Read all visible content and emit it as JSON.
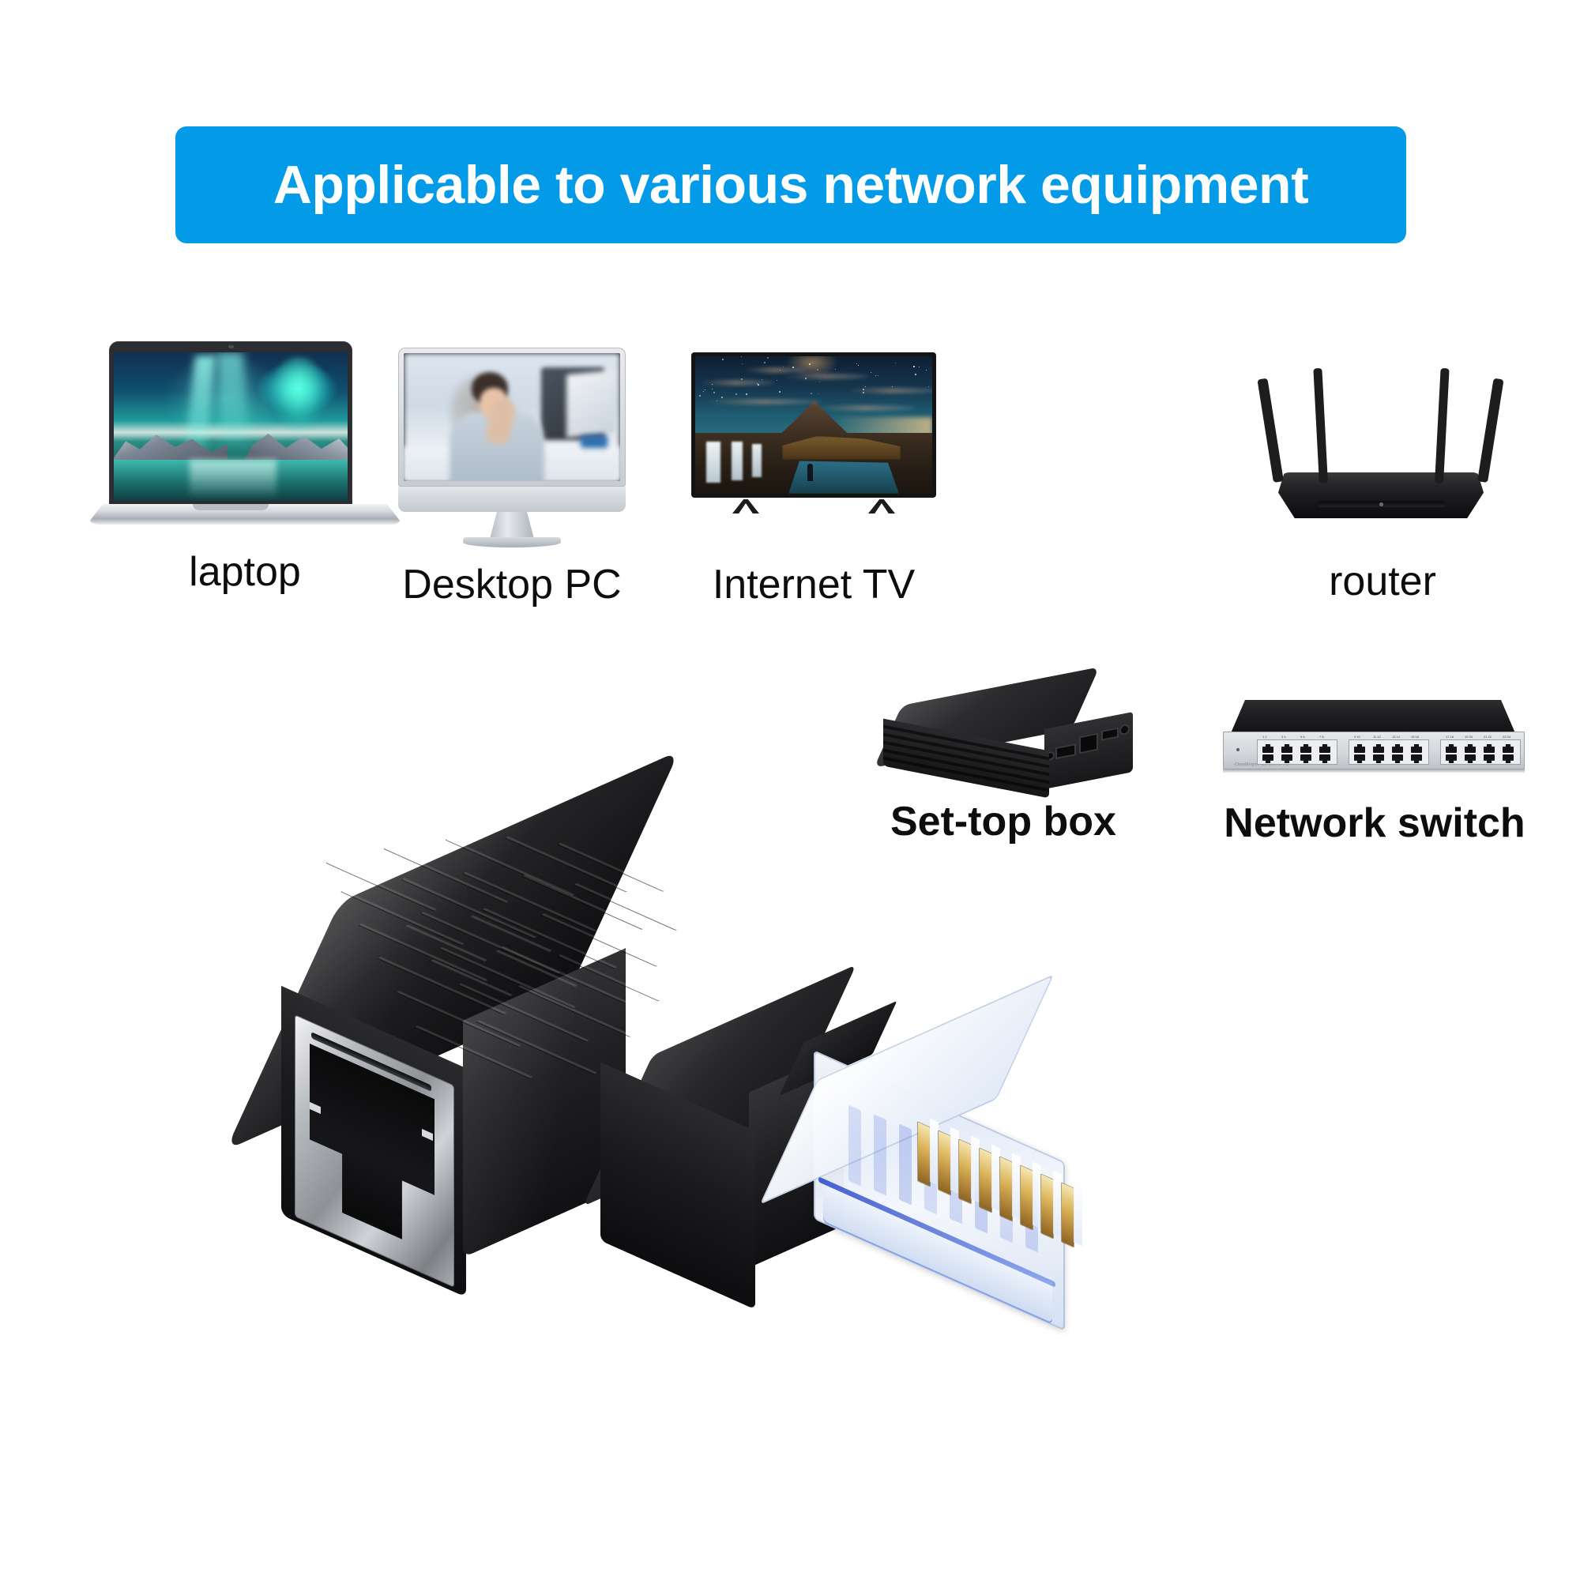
{
  "banner": {
    "text": "Applicable to various network equipment",
    "bg_color": "#039BE8",
    "text_color": "#FFFFFF"
  },
  "devices_row1": [
    {
      "label": "laptop",
      "icon": "laptop-icon"
    },
    {
      "label": "Desktop PC",
      "icon": "desktop-monitor-icon"
    },
    {
      "label": "Internet TV",
      "icon": "television-icon"
    },
    {
      "label": "router",
      "icon": "wifi-router-icon"
    }
  ],
  "devices_row2": [
    {
      "label": "Set-top box",
      "icon": "set-top-box-icon"
    },
    {
      "label": "Network switch",
      "icon": "network-switch-icon"
    }
  ],
  "product": {
    "name": "rj45-right-angle-adapter",
    "female_port": "rj45-female-jack",
    "male_plug": "rj45-male-plug",
    "housing_color": "#1A1A1C",
    "shield_color": "#B9BCC0",
    "pin_color": "#D4AB4E",
    "plug_tint": "#3A5CD6"
  },
  "switch_detail": {
    "port_count": 24,
    "groups": 3,
    "rows_per_group": 2,
    "ports_per_row": 4
  },
  "page": {
    "background": "#FFFFFF"
  }
}
